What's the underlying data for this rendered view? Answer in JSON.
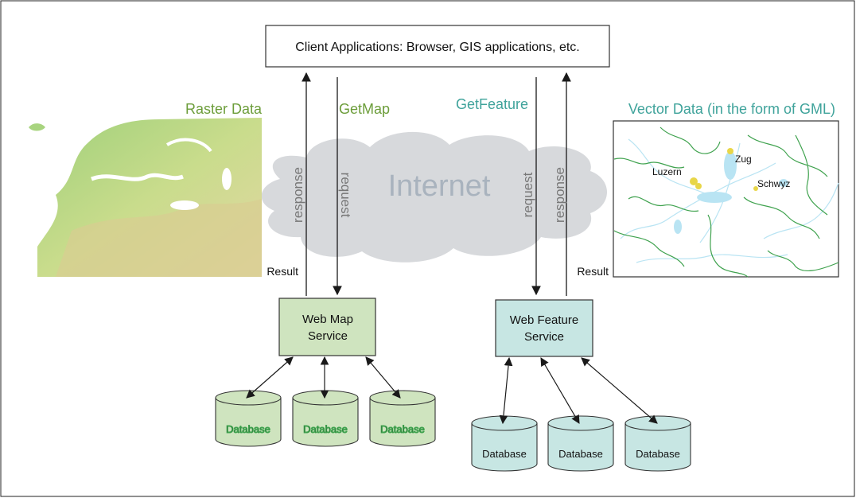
{
  "colors": {
    "green_text": "#6c9d3a",
    "teal_text": "#3fa39b",
    "wms_fill": "#cfe4bf",
    "wfs_fill": "#c7e6e3",
    "db_green_fill": "#cfe4bf",
    "db_teal_fill": "#c7e6e3",
    "cloud_fill": "#d7d9dc",
    "internet_text": "#a9b3be",
    "map_green": "#3fa24e",
    "map_water": "#b9e4f3"
  },
  "client_box": {
    "label": "Client Applications: Browser, GIS applications, etc."
  },
  "internet": {
    "label": "Internet"
  },
  "raster": {
    "title": "Raster Data",
    "result_label": "Result",
    "request_op": "GetMap",
    "arrow_response": "response",
    "arrow_request": "request"
  },
  "vector": {
    "title": "Vector Data (in the form of GML)",
    "result_label": "Result",
    "request_op": "GetFeature",
    "arrow_request": "request",
    "arrow_response": "response",
    "places": [
      "Zug",
      "Luzern",
      "Schwyz"
    ]
  },
  "wms": {
    "line1": "Web Map",
    "line2": "Service"
  },
  "wfs": {
    "line1": "Web Feature",
    "line2": "Service"
  },
  "wms_databases": [
    "Database",
    "Database",
    "Database"
  ],
  "wfs_databases": [
    "Database",
    "Database",
    "Database"
  ]
}
